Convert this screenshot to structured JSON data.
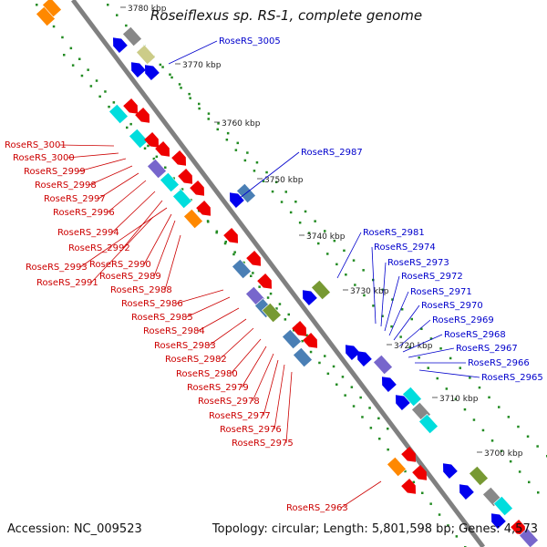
{
  "header": {
    "title": "Roseiflexus sp. RS-1, complete genome"
  },
  "footer": {
    "accession": "Accession: NC_009523",
    "topology": "Topology: circular; Length: 5,801,598 bp; Genes: 4,573"
  },
  "colors": {
    "backbone": "#888888",
    "forward_tick": "#228b22",
    "reverse_label": "#cc0000",
    "forward_label": "#0000cc",
    "red_gene": "#ee0000",
    "blue_gene": "#0000ee",
    "steel_gene": "#4a7fb5",
    "cyan_gene": "#00dddd",
    "purple_gene": "#7766cc",
    "olive_gene": "#779933",
    "orange_gene": "#ff8800",
    "gray_gene": "#888888",
    "khaki_gene": "#cccc88"
  },
  "scale": [
    {
      "label": "3780 kbp"
    },
    {
      "label": "3770 kbp"
    },
    {
      "label": "3760 kbp"
    },
    {
      "label": "3750 kbp"
    },
    {
      "label": "3740 kbp"
    },
    {
      "label": "3730 kbp"
    },
    {
      "label": "3720 kbp"
    },
    {
      "label": "3710 kbp"
    },
    {
      "label": "3700 kbp"
    }
  ],
  "blue_labels": [
    {
      "label": "RoseRS_3005"
    },
    {
      "label": "RoseRS_2987"
    },
    {
      "label": "RoseRS_2981"
    },
    {
      "label": "RoseRS_2974"
    },
    {
      "label": "RoseRS_2973"
    },
    {
      "label": "RoseRS_2972"
    },
    {
      "label": "RoseRS_2971"
    },
    {
      "label": "RoseRS_2970"
    },
    {
      "label": "RoseRS_2969"
    },
    {
      "label": "RoseRS_2968"
    },
    {
      "label": "RoseRS_2967"
    },
    {
      "label": "RoseRS_2966"
    },
    {
      "label": "RoseRS_2965"
    }
  ],
  "red_labels": [
    {
      "label": "RoseRS_3001"
    },
    {
      "label": "RoseRS_3000"
    },
    {
      "label": "RoseRS_2999"
    },
    {
      "label": "RoseRS_2998"
    },
    {
      "label": "RoseRS_2997"
    },
    {
      "label": "RoseRS_2996"
    },
    {
      "label": "RoseRS_2994"
    },
    {
      "label": "RoseRS_2992"
    },
    {
      "label": "RoseRS_2993"
    },
    {
      "label": "RoseRS_2990"
    },
    {
      "label": "RoseRS_2989"
    },
    {
      "label": "RoseRS_2991"
    },
    {
      "label": "RoseRS_2988"
    },
    {
      "label": "RoseRS_2986"
    },
    {
      "label": "RoseRS_2985"
    },
    {
      "label": "RoseRS_2984"
    },
    {
      "label": "RoseRS_2983"
    },
    {
      "label": "RoseRS_2982"
    },
    {
      "label": "RoseRS_2980"
    },
    {
      "label": "RoseRS_2979"
    },
    {
      "label": "RoseRS_2978"
    },
    {
      "label": "RoseRS_2977"
    },
    {
      "label": "RoseRS_2976"
    },
    {
      "label": "RoseRS_2975"
    },
    {
      "label": "RoseRS_2963"
    }
  ]
}
